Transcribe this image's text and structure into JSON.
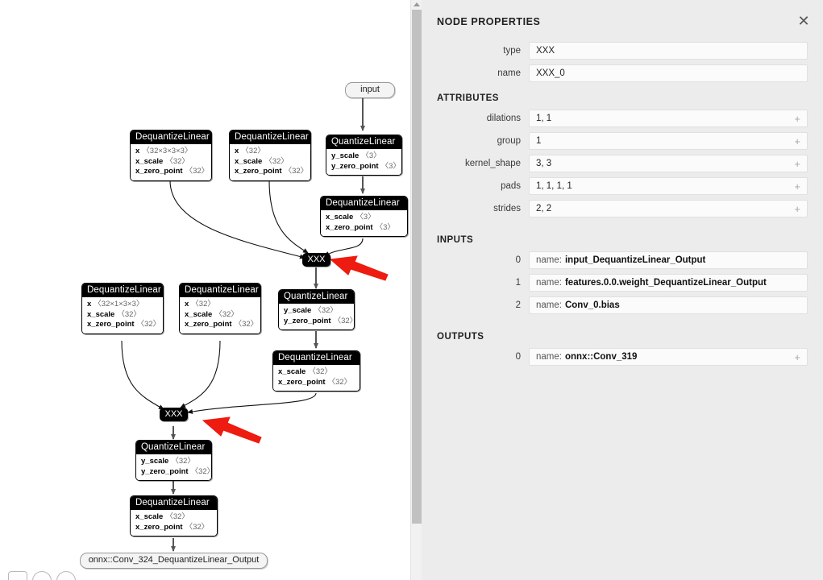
{
  "panel": {
    "title": "NODE PROPERTIES",
    "close_icon": "close-icon",
    "fields": [
      {
        "label": "type",
        "value": "XXX"
      },
      {
        "label": "name",
        "value": "XXX_0"
      }
    ],
    "attributes_title": "ATTRIBUTES",
    "attributes": [
      {
        "label": "dilations",
        "value": "1, 1",
        "plus": "+"
      },
      {
        "label": "group",
        "value": "1",
        "plus": "+"
      },
      {
        "label": "kernel_shape",
        "value": "3, 3",
        "plus": "+"
      },
      {
        "label": "pads",
        "value": "1, 1, 1, 1",
        "plus": "+"
      },
      {
        "label": "strides",
        "value": "2, 2",
        "plus": "+"
      }
    ],
    "inputs_title": "INPUTS",
    "inputs": [
      {
        "index": "0",
        "prefix": "name:",
        "value": "input_DequantizeLinear_Output",
        "plus": ""
      },
      {
        "index": "1",
        "prefix": "name:",
        "value": "features.0.0.weight_DequantizeLinear_Output",
        "plus": ""
      },
      {
        "index": "2",
        "prefix": "name:",
        "value": "Conv_0.bias",
        "plus": ""
      }
    ],
    "outputs_title": "OUTPUTS",
    "outputs": [
      {
        "index": "0",
        "prefix": "name:",
        "value": "onnx::Conv_319",
        "plus": "+"
      }
    ]
  },
  "graph": {
    "input_pill": "input",
    "output_pill": "onnx::Conv_324_DequantizeLinear_Output",
    "op_label": "XXX",
    "nodes": [
      {
        "id": "dq-w-top",
        "title": "DequantizeLinear",
        "attrs": [
          {
            "k": "x",
            "v": "〈32×3×3×3〉"
          },
          {
            "k": "x_scale",
            "v": "〈32〉"
          },
          {
            "k": "x_zero_point",
            "v": "〈32〉"
          }
        ]
      },
      {
        "id": "dq-b-top",
        "title": "DequantizeLinear",
        "attrs": [
          {
            "k": "x",
            "v": "〈32〉"
          },
          {
            "k": "x_scale",
            "v": "〈32〉"
          },
          {
            "k": "x_zero_point",
            "v": "〈32〉"
          }
        ]
      },
      {
        "id": "q-in-top",
        "title": "QuantizeLinear",
        "attrs": [
          {
            "k": "y_scale",
            "v": "〈3〉"
          },
          {
            "k": "y_zero_point",
            "v": "〈3〉"
          }
        ]
      },
      {
        "id": "dq-in-top",
        "title": "DequantizeLinear",
        "attrs": [
          {
            "k": "x_scale",
            "v": "〈3〉"
          },
          {
            "k": "x_zero_point",
            "v": "〈3〉"
          }
        ]
      },
      {
        "id": "dq-w-mid",
        "title": "DequantizeLinear",
        "attrs": [
          {
            "k": "x",
            "v": "〈32×1×3×3〉"
          },
          {
            "k": "x_scale",
            "v": "〈32〉"
          },
          {
            "k": "x_zero_point",
            "v": "〈32〉"
          }
        ]
      },
      {
        "id": "dq-b-mid",
        "title": "DequantizeLinear",
        "attrs": [
          {
            "k": "x",
            "v": "〈32〉"
          },
          {
            "k": "x_scale",
            "v": "〈32〉"
          },
          {
            "k": "x_zero_point",
            "v": "〈32〉"
          }
        ]
      },
      {
        "id": "q-mid",
        "title": "QuantizeLinear",
        "attrs": [
          {
            "k": "y_scale",
            "v": "〈32〉"
          },
          {
            "k": "y_zero_point",
            "v": "〈32〉"
          }
        ]
      },
      {
        "id": "dq-mid",
        "title": "DequantizeLinear",
        "attrs": [
          {
            "k": "x_scale",
            "v": "〈32〉"
          },
          {
            "k": "x_zero_point",
            "v": "〈32〉"
          }
        ]
      },
      {
        "id": "q-bot",
        "title": "QuantizeLinear",
        "attrs": [
          {
            "k": "y_scale",
            "v": "〈32〉"
          },
          {
            "k": "y_zero_point",
            "v": "〈32〉"
          }
        ]
      },
      {
        "id": "dq-bot",
        "title": "DequantizeLinear",
        "attrs": [
          {
            "k": "x_scale",
            "v": "〈32〉"
          },
          {
            "k": "x_zero_point",
            "v": "〈32〉"
          }
        ]
      }
    ]
  },
  "colors": {
    "node_header": "#000000",
    "panel_bg": "#ececec",
    "field_bg": "#fbfbfb",
    "annotation_arrow": "#ee1b11"
  }
}
